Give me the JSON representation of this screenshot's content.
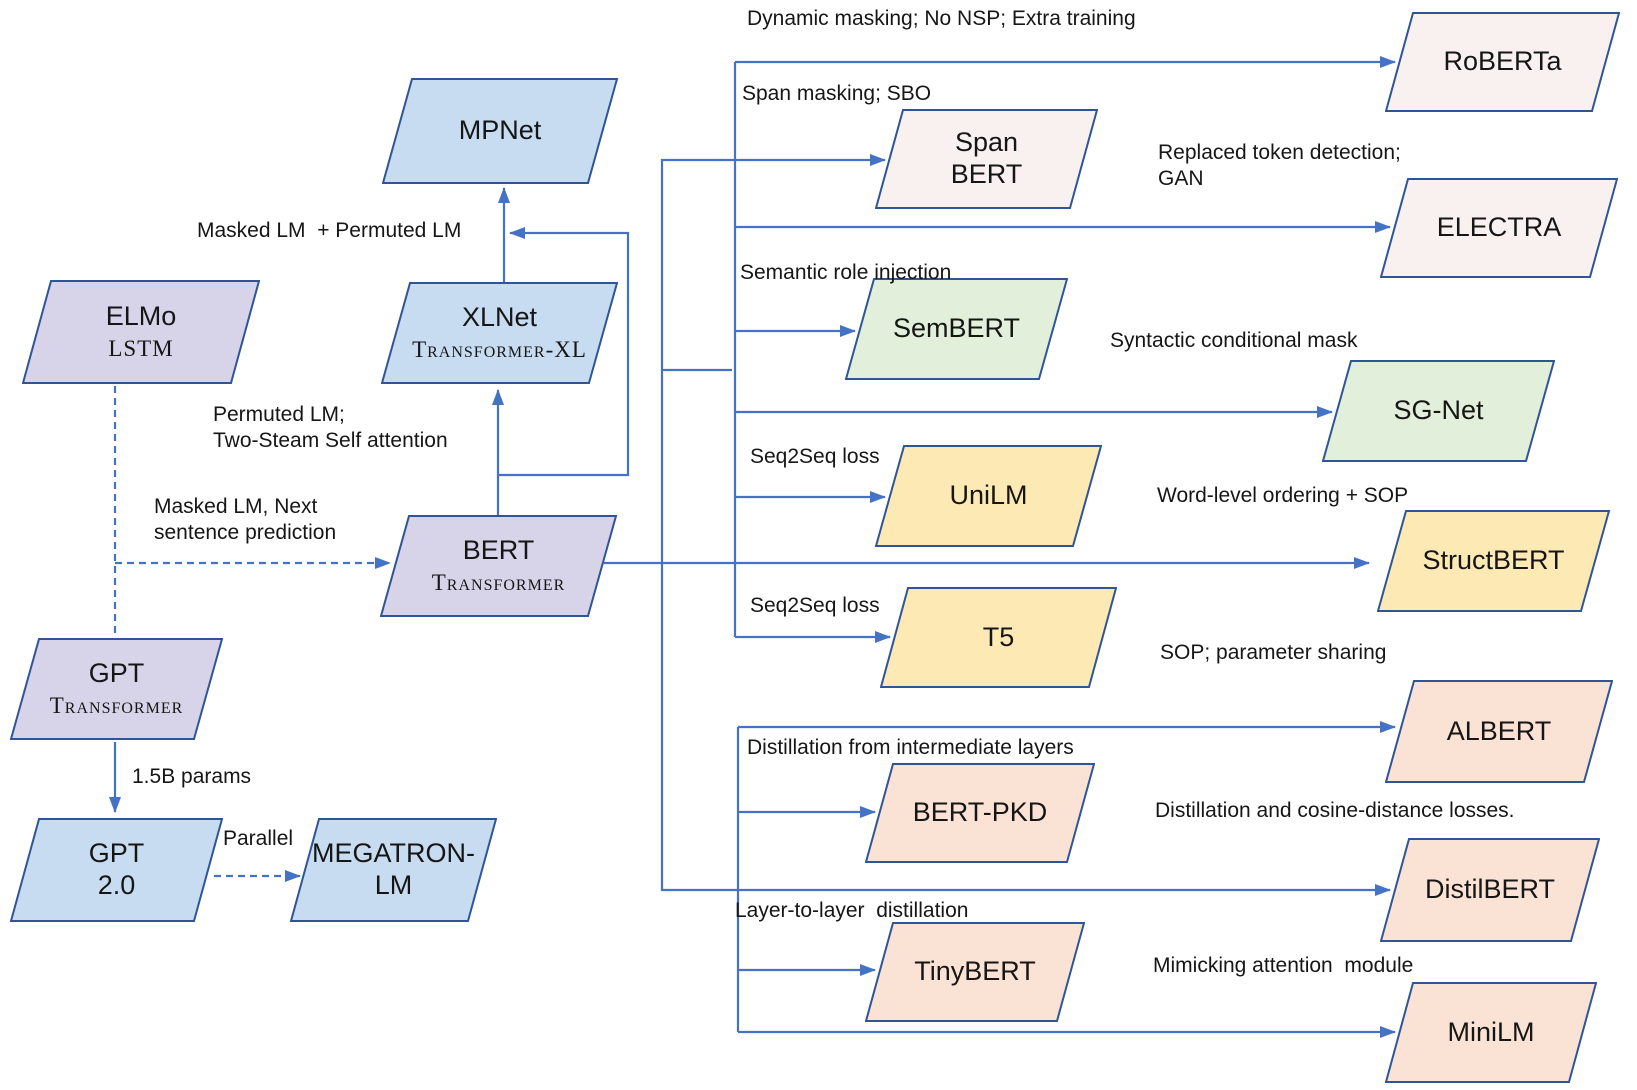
{
  "colors": {
    "node_border": "#2f5597",
    "connector": "#4472c4",
    "text": "#161616",
    "fill_blue": "#c7dcf0",
    "fill_purple": "#d7d3e8",
    "fill_blush": "#f8f1f0",
    "fill_green": "#e2efda",
    "fill_yellow": "#fce9b4",
    "fill_peach": "#fae3d4"
  },
  "nodes": [
    {
      "id": "mpnet",
      "label": "MPNet",
      "fill": "#c7dcf0"
    },
    {
      "id": "elmo",
      "label": "ELMo",
      "sublabel": "LSTM",
      "fill": "#d7d3e8"
    },
    {
      "id": "xlnet",
      "label": "XLNet",
      "sublabel": "Transformer-XL",
      "fill": "#c7dcf0"
    },
    {
      "id": "bert",
      "label": "BERT",
      "sublabel": "Transformer",
      "fill": "#d7d3e8"
    },
    {
      "id": "gpt",
      "label": "GPT",
      "sublabel": "Transformer",
      "fill": "#d7d3e8"
    },
    {
      "id": "gpt2",
      "label": "GPT\n2.0",
      "fill": "#c7dcf0"
    },
    {
      "id": "megatron",
      "label": "MEGATRON-\nLM",
      "fill": "#c7dcf0"
    },
    {
      "id": "roberta",
      "label": "RoBERTa",
      "fill": "#f8f1f0"
    },
    {
      "id": "spanbert",
      "label": "Span\nBERT",
      "fill": "#f8f1f0"
    },
    {
      "id": "electra",
      "label": "ELECTRA",
      "fill": "#f8f1f0"
    },
    {
      "id": "sembert",
      "label": "SemBERT",
      "fill": "#e2efda"
    },
    {
      "id": "sgnet",
      "label": "SG-Net",
      "fill": "#e2efda"
    },
    {
      "id": "unilm",
      "label": "UniLM",
      "fill": "#fce9b4"
    },
    {
      "id": "structbert",
      "label": "StructBERT",
      "fill": "#fce9b4"
    },
    {
      "id": "t5",
      "label": "T5",
      "fill": "#fce9b4"
    },
    {
      "id": "albert",
      "label": "ALBERT",
      "fill": "#fae3d4"
    },
    {
      "id": "bertpkd",
      "label": "BERT-PKD",
      "fill": "#fae3d4"
    },
    {
      "id": "distilbert",
      "label": "DistilBERT",
      "fill": "#fae3d4"
    },
    {
      "id": "tinybert",
      "label": "TinyBERT",
      "fill": "#fae3d4"
    },
    {
      "id": "minilm",
      "label": "MiniLM",
      "fill": "#fae3d4"
    }
  ],
  "edge_labels": [
    {
      "id": "dynamic-masking",
      "text": "Dynamic masking; No NSP; Extra training"
    },
    {
      "id": "span-masking",
      "text": "Span masking; SBO"
    },
    {
      "id": "replaced-token",
      "text": "Replaced token detection;\nGAN"
    },
    {
      "id": "semantic-role",
      "text": "Semantic role injection"
    },
    {
      "id": "syntactic-mask",
      "text": "Syntactic conditional mask"
    },
    {
      "id": "masked-permuted",
      "text": "Masked LM  + Permuted LM"
    },
    {
      "id": "permuted-two-stream",
      "text": "Permuted LM;\nTwo-Steam Self attention"
    },
    {
      "id": "masked-next",
      "text": "Masked LM, Next\nsentence prediction"
    },
    {
      "id": "seq2seq-unilm",
      "text": "Seq2Seq loss"
    },
    {
      "id": "word-level",
      "text": "Word-level ordering + SOP"
    },
    {
      "id": "seq2seq-t5",
      "text": "Seq2Seq loss"
    },
    {
      "id": "sop-parameter",
      "text": "SOP; parameter sharing"
    },
    {
      "id": "distill-intermediate",
      "text": "Distillation from intermediate layers"
    },
    {
      "id": "distill-cosine",
      "text": "Distillation and cosine-distance losses."
    },
    {
      "id": "layer-to-layer",
      "text": "Layer-to-layer  distillation"
    },
    {
      "id": "mimicking",
      "text": "Mimicking attention  module"
    },
    {
      "id": "params-15b",
      "text": "1.5B params"
    },
    {
      "id": "parallel",
      "text": "Parallel"
    }
  ]
}
